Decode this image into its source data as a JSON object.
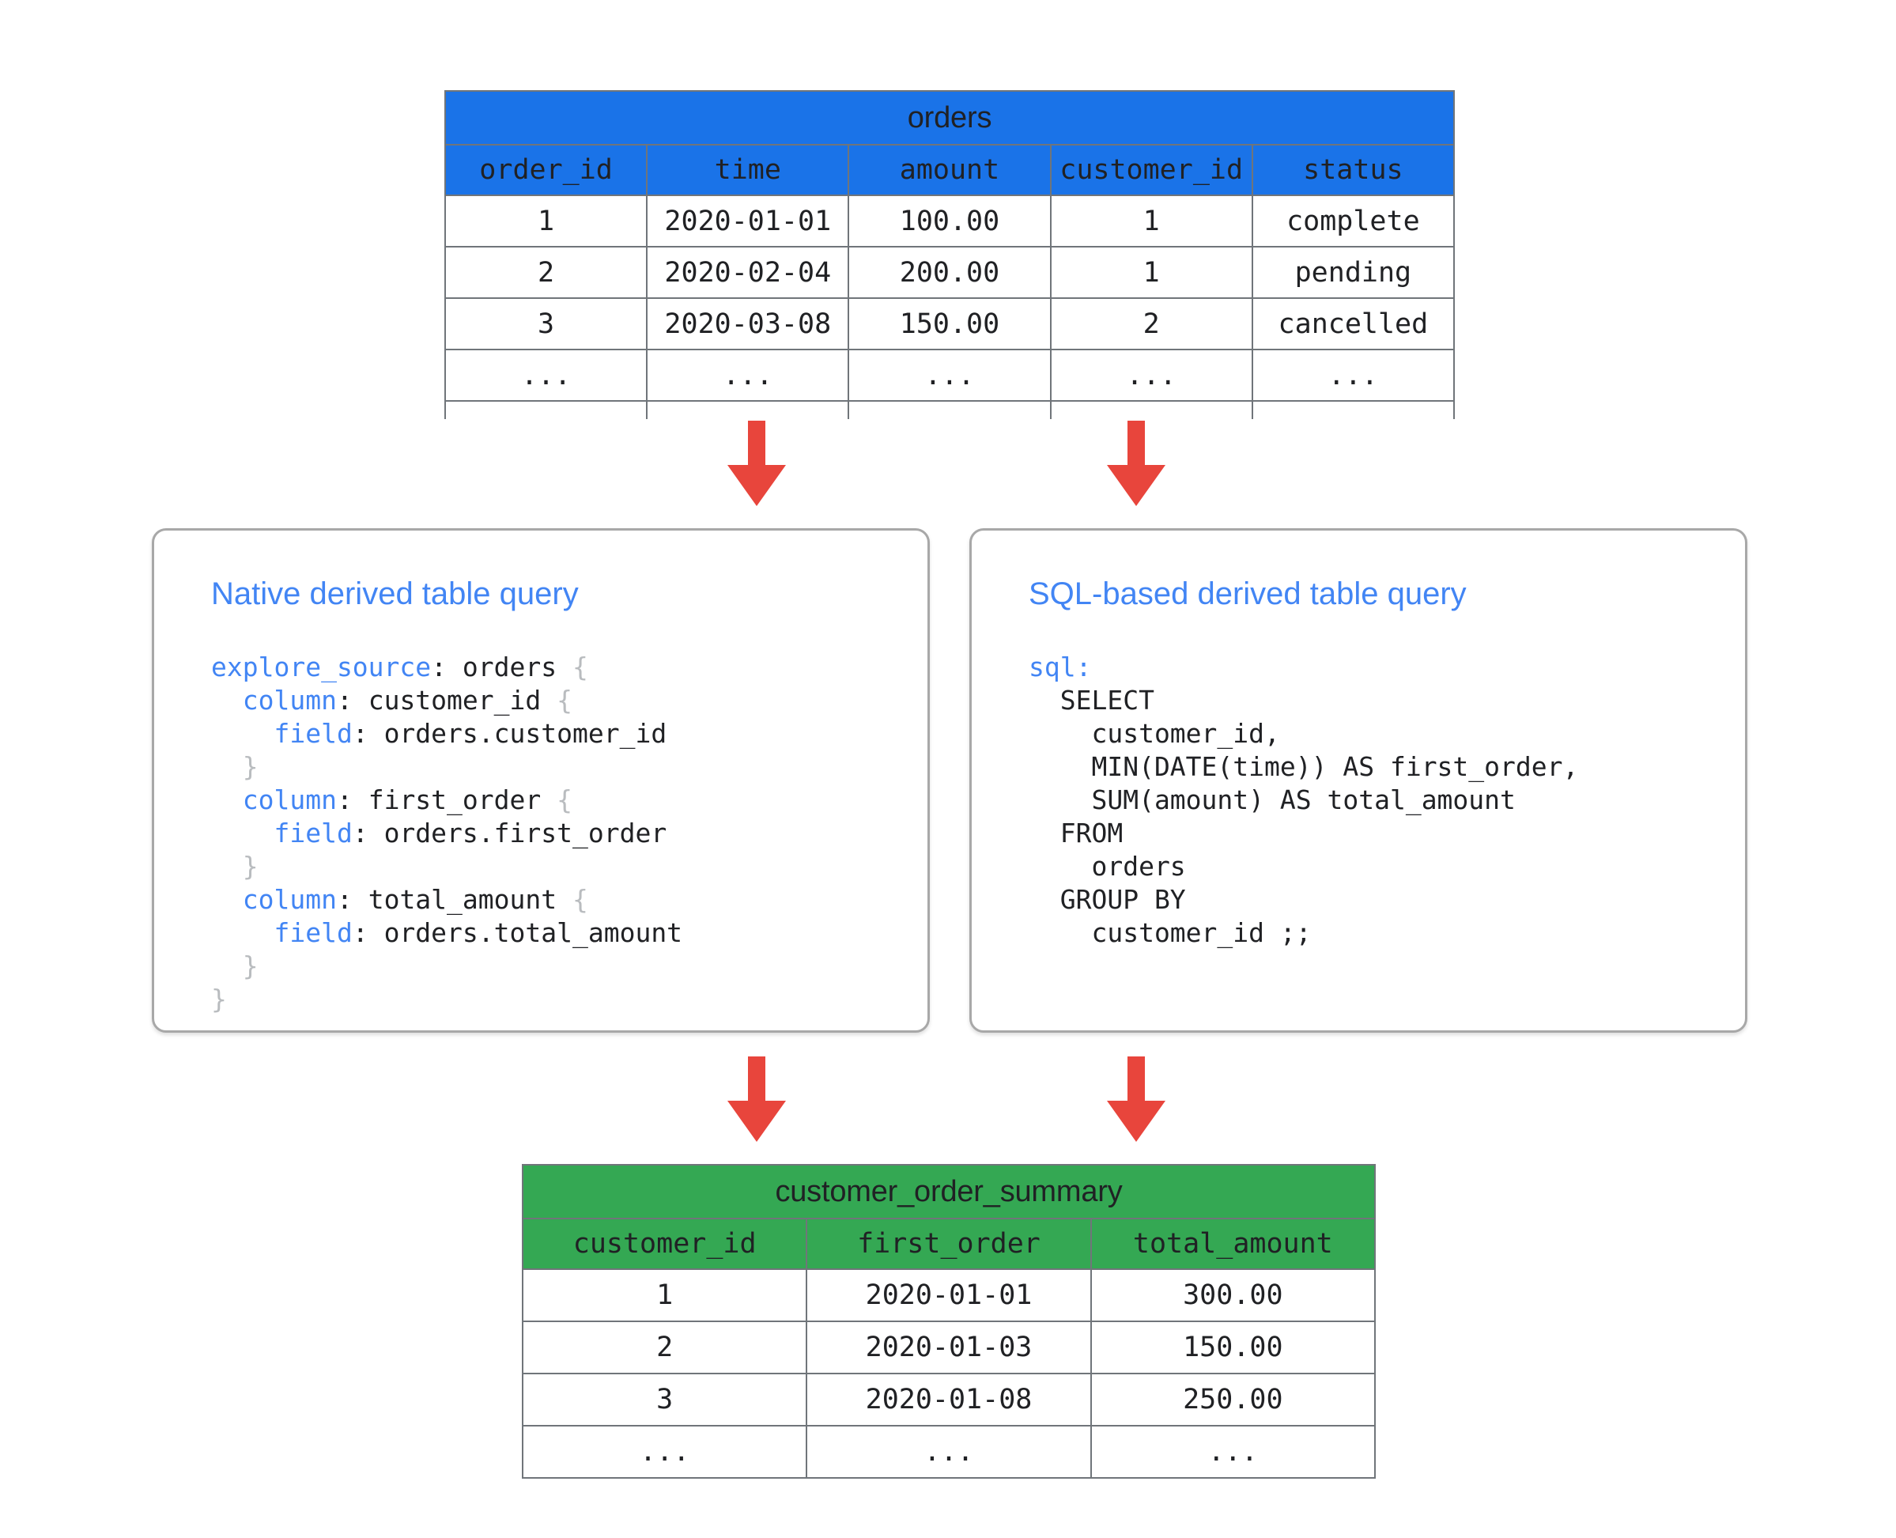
{
  "diagram": {
    "title": "Derived table query diagram",
    "colors": {
      "source_table_header": "#1a73e8",
      "result_table_header": "#34a853",
      "arrow": "#e8453c",
      "card_border": "#a8a8a8",
      "keyword": "#4285f4",
      "brace": "#b9bcbf",
      "grid_line": "#70757a"
    }
  },
  "source_table": {
    "name": "orders",
    "columns": [
      "order_id",
      "time",
      "amount",
      "customer_id",
      "status"
    ],
    "rows": [
      [
        "1",
        "2020-01-01",
        "100.00",
        "1",
        "complete"
      ],
      [
        "2",
        "2020-02-04",
        "200.00",
        "1",
        "pending"
      ],
      [
        "3",
        "2020-03-08",
        "150.00",
        "2",
        "cancelled"
      ],
      [
        "...",
        "...",
        "...",
        "...",
        "..."
      ],
      [
        "",
        "",
        "",
        "",
        ""
      ]
    ]
  },
  "result_table": {
    "name": "customer_order_summary",
    "columns": [
      "customer_id",
      "first_order",
      "total_amount"
    ],
    "rows": [
      [
        "1",
        "2020-01-01",
        "300.00"
      ],
      [
        "2",
        "2020-01-03",
        "150.00"
      ],
      [
        "3",
        "2020-01-08",
        "250.00"
      ],
      [
        "...",
        "...",
        "..."
      ]
    ]
  },
  "cards": [
    {
      "id": "native",
      "title": "Native derived table query",
      "code_lines": [
        [
          {
            "t": "explore_source",
            "c": "kw"
          },
          {
            "t": ": orders ",
            "c": ""
          },
          {
            "t": "{",
            "c": "br"
          }
        ],
        [
          {
            "t": "  ",
            "c": ""
          },
          {
            "t": "column",
            "c": "kw"
          },
          {
            "t": ": customer_id ",
            "c": ""
          },
          {
            "t": "{",
            "c": "br"
          }
        ],
        [
          {
            "t": "    ",
            "c": ""
          },
          {
            "t": "field",
            "c": "kw"
          },
          {
            "t": ": orders.customer_id",
            "c": ""
          }
        ],
        [
          {
            "t": "  ",
            "c": ""
          },
          {
            "t": "}",
            "c": "br"
          }
        ],
        [
          {
            "t": "  ",
            "c": ""
          },
          {
            "t": "column",
            "c": "kw"
          },
          {
            "t": ": first_order ",
            "c": ""
          },
          {
            "t": "{",
            "c": "br"
          }
        ],
        [
          {
            "t": "    ",
            "c": ""
          },
          {
            "t": "field",
            "c": "kw"
          },
          {
            "t": ": orders.first_order",
            "c": ""
          }
        ],
        [
          {
            "t": "  ",
            "c": ""
          },
          {
            "t": "}",
            "c": "br"
          }
        ],
        [
          {
            "t": "  ",
            "c": ""
          },
          {
            "t": "column",
            "c": "kw"
          },
          {
            "t": ": total_amount ",
            "c": ""
          },
          {
            "t": "{",
            "c": "br"
          }
        ],
        [
          {
            "t": "    ",
            "c": ""
          },
          {
            "t": "field",
            "c": "kw"
          },
          {
            "t": ": orders.total_amount",
            "c": ""
          }
        ],
        [
          {
            "t": "  ",
            "c": ""
          },
          {
            "t": "}",
            "c": "br"
          }
        ],
        [
          {
            "t": "}",
            "c": "br"
          }
        ]
      ]
    },
    {
      "id": "sql",
      "title": "SQL-based derived table query",
      "code_lines": [
        [
          {
            "t": "sql",
            "c": "kw"
          },
          {
            "t": ":",
            "c": "kw"
          }
        ],
        [
          {
            "t": "  SELECT",
            "c": ""
          }
        ],
        [
          {
            "t": "    customer_id,",
            "c": ""
          }
        ],
        [
          {
            "t": "    MIN(DATE(time)) AS first_order,",
            "c": ""
          }
        ],
        [
          {
            "t": "    SUM(amount) AS total_amount",
            "c": ""
          }
        ],
        [
          {
            "t": "  FROM",
            "c": ""
          }
        ],
        [
          {
            "t": "    orders",
            "c": ""
          }
        ],
        [
          {
            "t": "  GROUP BY",
            "c": ""
          }
        ],
        [
          {
            "t": "    customer_id ;;",
            "c": ""
          }
        ]
      ]
    }
  ],
  "arrows": [
    {
      "name": "arrow-orders-to-native",
      "direction": "down"
    },
    {
      "name": "arrow-orders-to-sql",
      "direction": "down"
    },
    {
      "name": "arrow-native-to-summary",
      "direction": "down"
    },
    {
      "name": "arrow-sql-to-summary",
      "direction": "down"
    }
  ]
}
